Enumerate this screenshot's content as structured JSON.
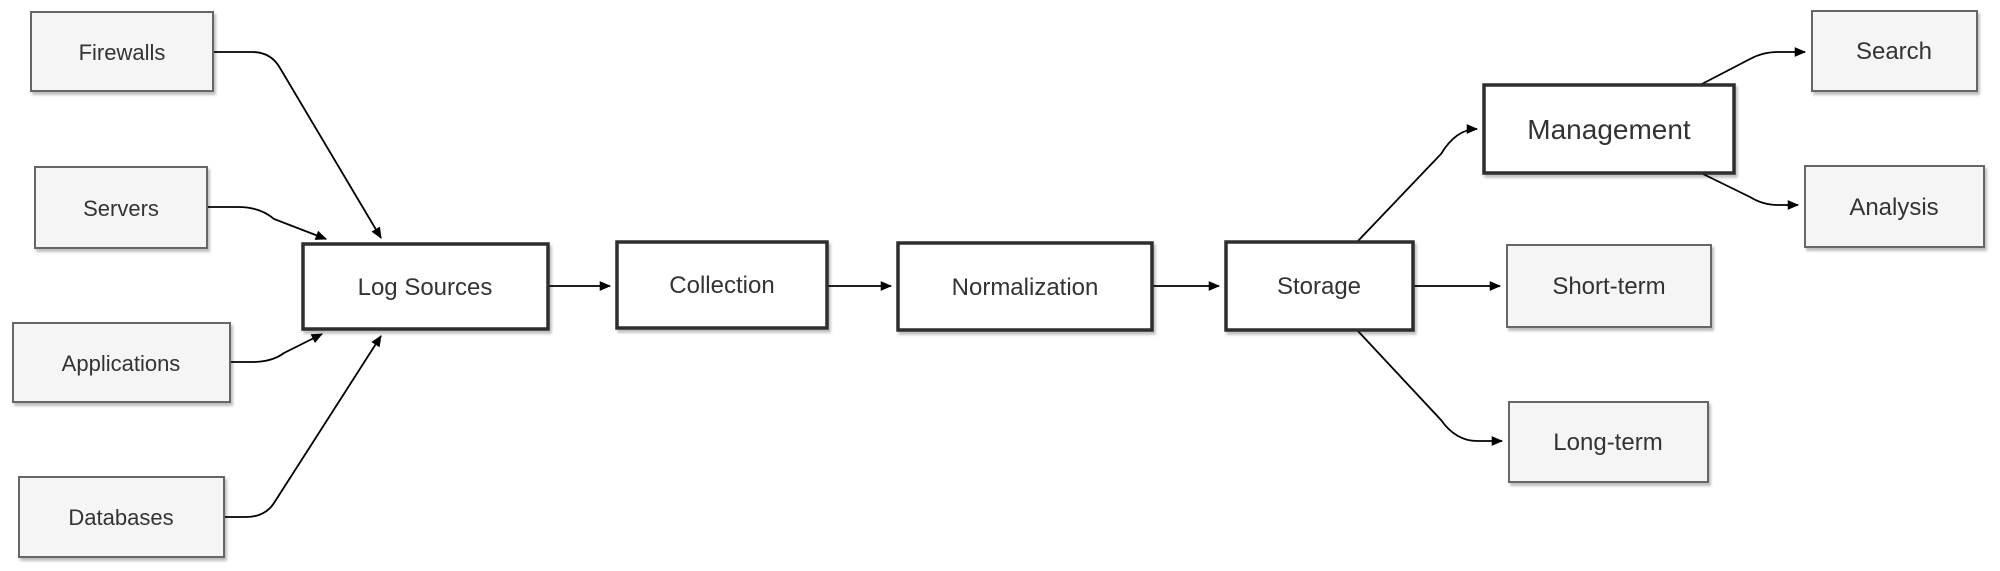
{
  "diagram": {
    "nodes": {
      "firewalls": {
        "label": "Firewalls",
        "role": "log source input"
      },
      "servers": {
        "label": "Servers",
        "role": "log source input"
      },
      "applications": {
        "label": "Applications",
        "role": "log source input"
      },
      "databases": {
        "label": "Databases",
        "role": "log source input"
      },
      "log_sources": {
        "label": "Log Sources",
        "role": "pipeline stage"
      },
      "collection": {
        "label": "Collection",
        "role": "pipeline stage"
      },
      "normalization": {
        "label": "Normalization",
        "role": "pipeline stage"
      },
      "storage": {
        "label": "Storage",
        "role": "pipeline stage"
      },
      "management": {
        "label": "Management",
        "role": "pipeline stage"
      },
      "search": {
        "label": "Search",
        "role": "output"
      },
      "analysis": {
        "label": "Analysis",
        "role": "output"
      },
      "short_term": {
        "label": "Short-term",
        "role": "output"
      },
      "long_term": {
        "label": "Long-term",
        "role": "output"
      }
    },
    "edges": [
      {
        "from": "Firewalls",
        "to": "Log Sources"
      },
      {
        "from": "Servers",
        "to": "Log Sources"
      },
      {
        "from": "Applications",
        "to": "Log Sources"
      },
      {
        "from": "Databases",
        "to": "Log Sources"
      },
      {
        "from": "Log Sources",
        "to": "Collection"
      },
      {
        "from": "Collection",
        "to": "Normalization"
      },
      {
        "from": "Normalization",
        "to": "Storage"
      },
      {
        "from": "Storage",
        "to": "Management"
      },
      {
        "from": "Storage",
        "to": "Short-term"
      },
      {
        "from": "Storage",
        "to": "Long-term"
      },
      {
        "from": "Management",
        "to": "Search"
      },
      {
        "from": "Management",
        "to": "Analysis"
      }
    ],
    "colors": {
      "canvas_bg": "#ffffff",
      "light_node_fill": "#f5f5f5",
      "light_node_border": "#666666",
      "strong_node_fill": "#ffffff",
      "strong_node_border": "#2d2d2d",
      "text": "#333333",
      "arrow": "#000000"
    }
  }
}
